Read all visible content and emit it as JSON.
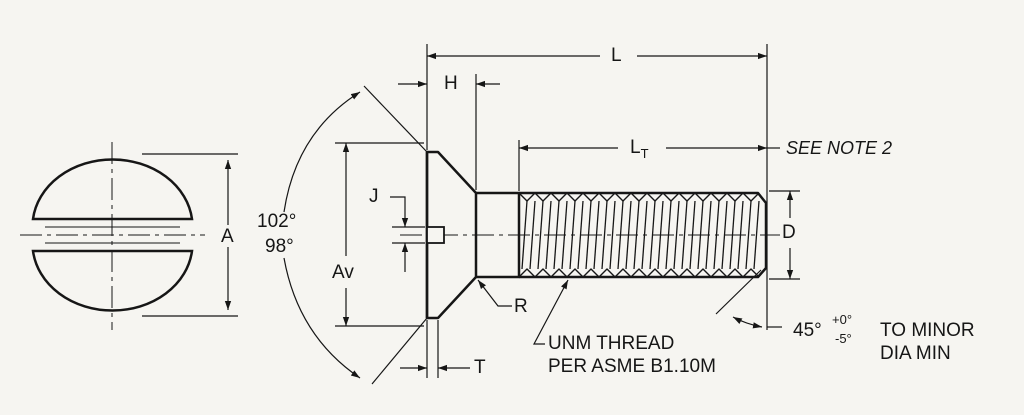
{
  "labels": {
    "dim_a": "A",
    "dim_h": "H",
    "dim_l": "L",
    "dim_lt_base": "L",
    "dim_lt_sub": "T",
    "see_note": "SEE NOTE 2",
    "dim_j": "J",
    "dim_av": "Av",
    "dim_d": "D",
    "dim_r": "R",
    "dim_t": "T",
    "angle_max": "102°",
    "angle_min": "98°",
    "thread_line1": "UNM THREAD",
    "thread_line2": "PER ASME B1.10M",
    "chamfer_angle": "45°",
    "tol_plus": "+0°",
    "tol_minus": "-5°",
    "minor_line1": "TO MINOR",
    "minor_line2": "DIA MIN"
  },
  "colors": {
    "ink": "#161616",
    "paper": "#f6f5f1"
  }
}
